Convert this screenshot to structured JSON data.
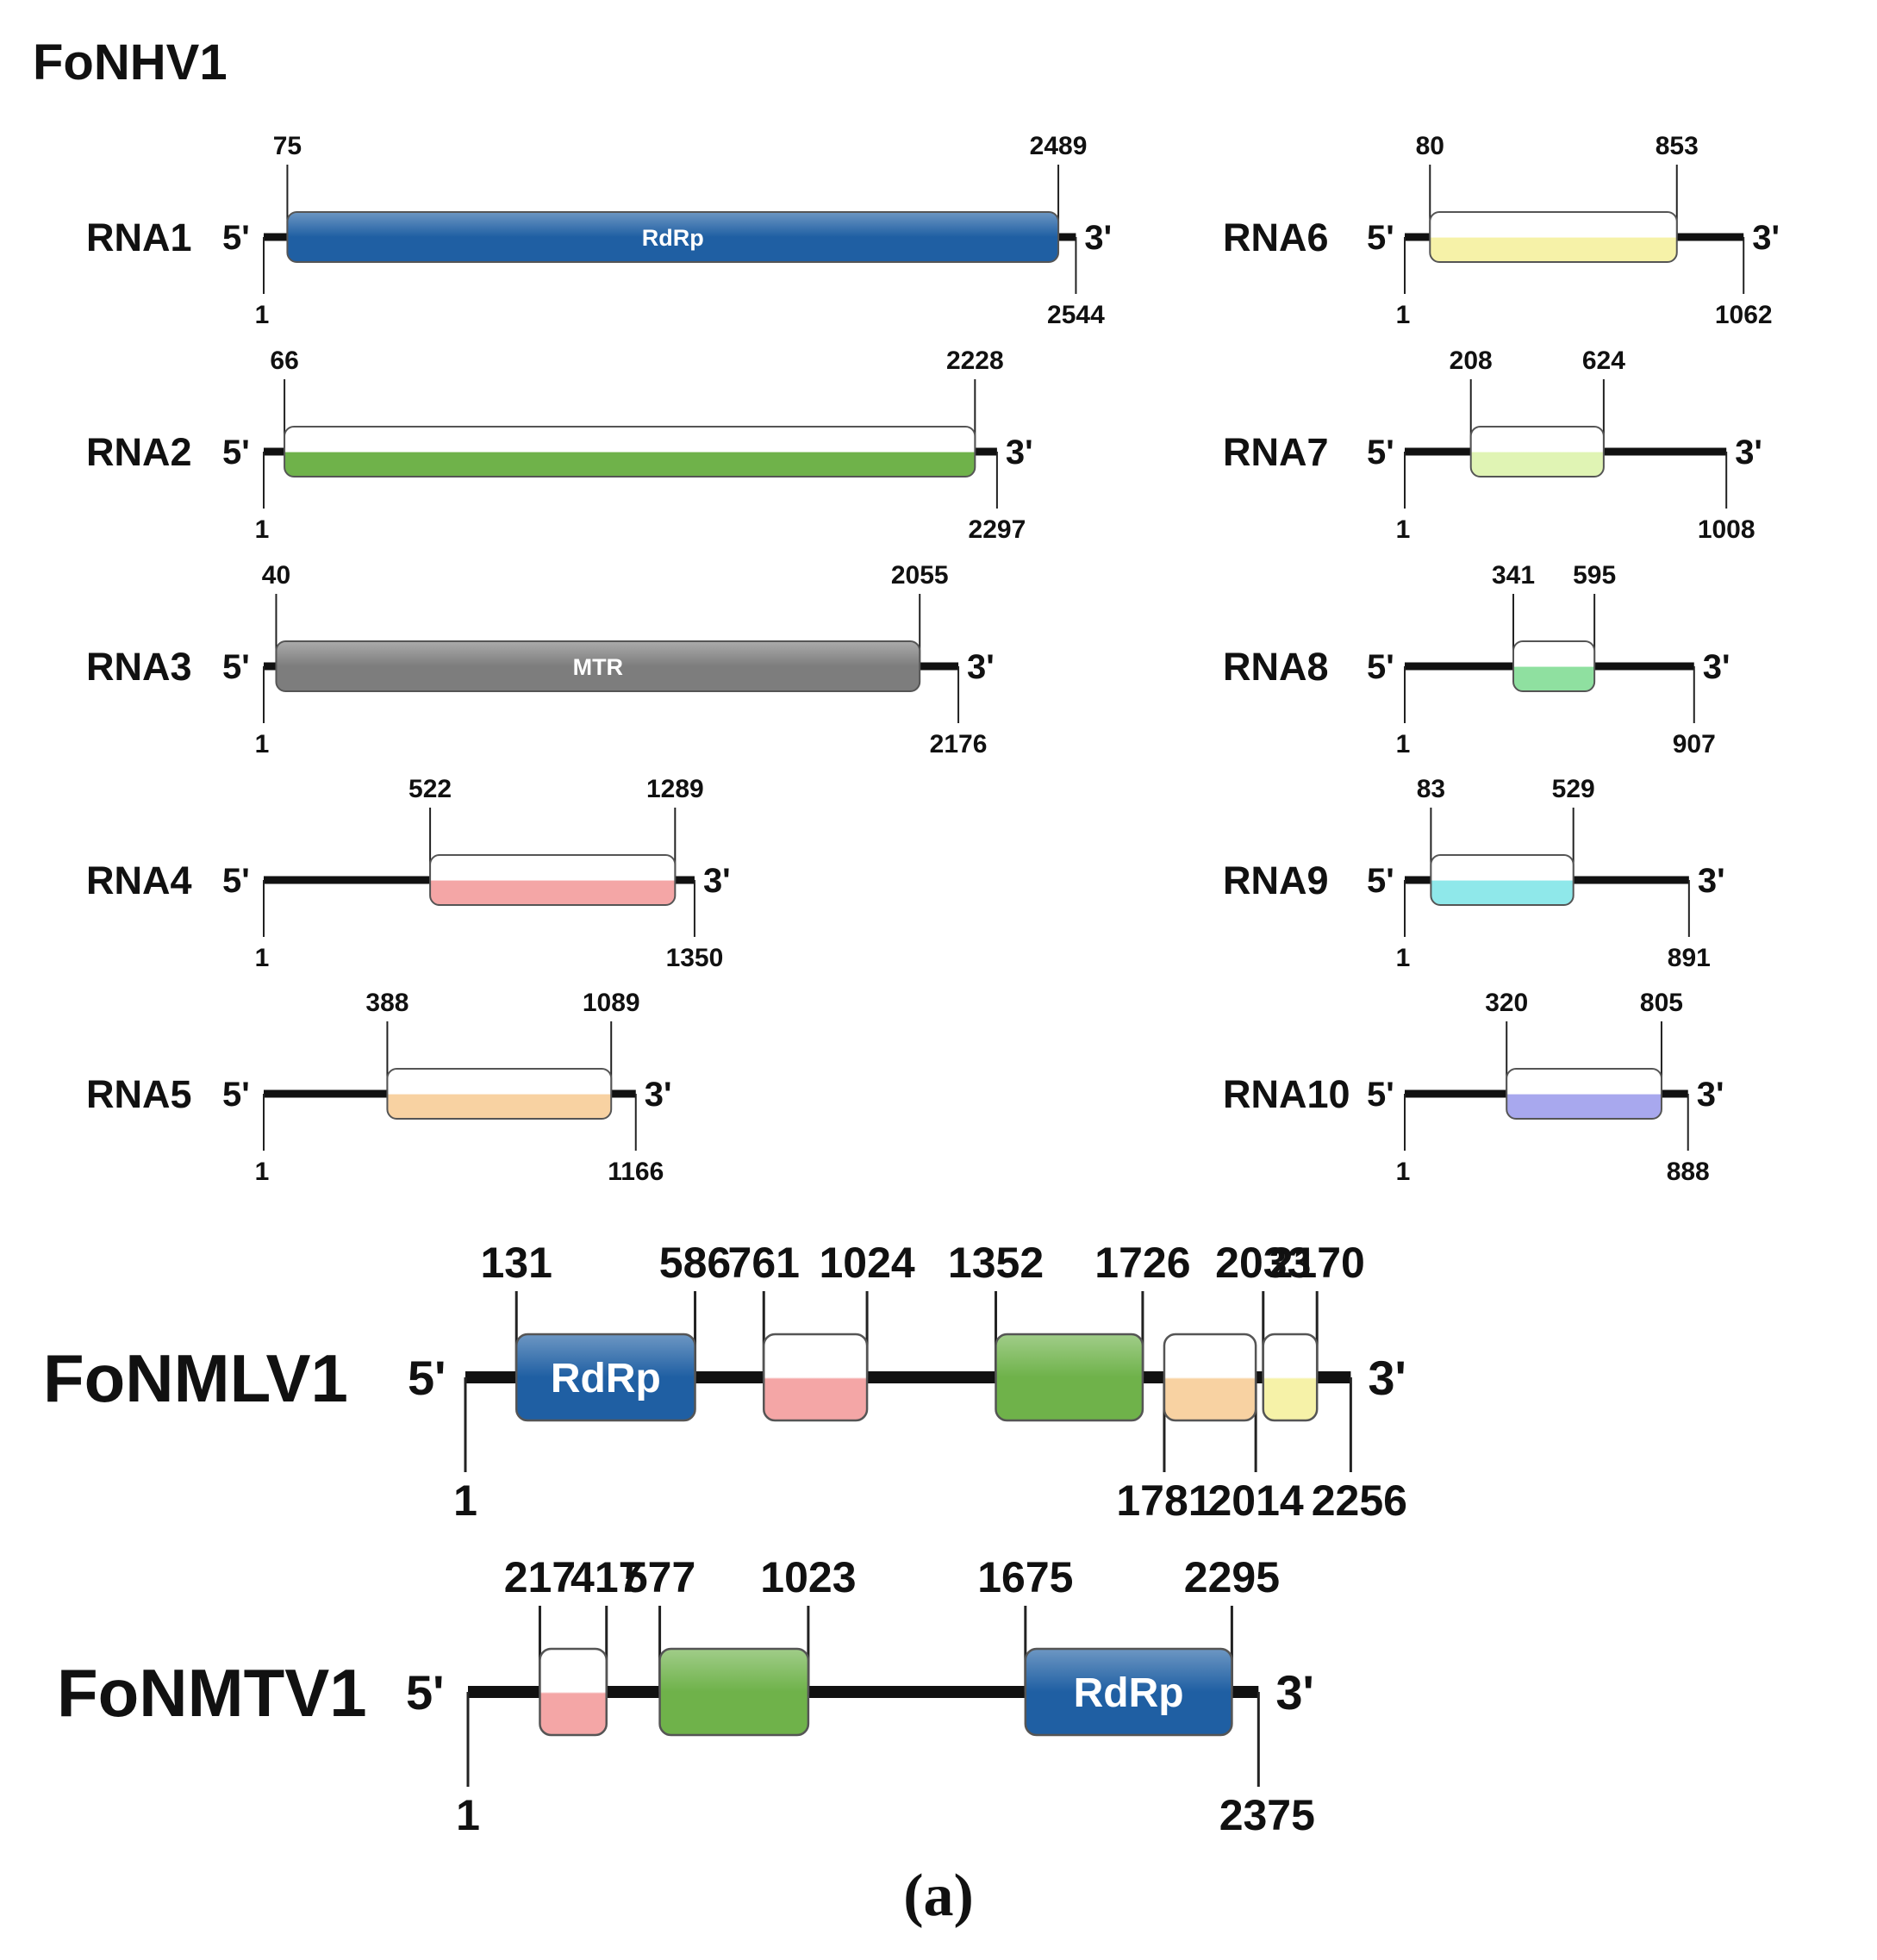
{
  "caption": "(a)",
  "fonhv1": {
    "title": "FoNHV1",
    "five_prime": "5'",
    "three_prime": "3'",
    "segments": [
      {
        "name": "RNA1",
        "length": 2544,
        "len_label": "2544",
        "orf_start": 75,
        "orf_end": 2489,
        "start_label": "75",
        "end_label": "2489",
        "one_label": "1",
        "domain": "RdRp",
        "color": "#1f5fa3"
      },
      {
        "name": "RNA2",
        "length": 2297,
        "len_label": "2297",
        "orf_start": 66,
        "orf_end": 2228,
        "start_label": "66",
        "end_label": "2228",
        "one_label": "1",
        "domain": "",
        "color": "#6fb24a"
      },
      {
        "name": "RNA3",
        "length": 2176,
        "len_label": "2176",
        "orf_start": 40,
        "orf_end": 2055,
        "start_label": "40",
        "end_label": "2055",
        "one_label": "1",
        "domain": "MTR",
        "color": "#7d7d7d"
      },
      {
        "name": "RNA4",
        "length": 1350,
        "len_label": "1350",
        "orf_start": 522,
        "orf_end": 1289,
        "start_label": "522",
        "end_label": "1289",
        "one_label": "1",
        "domain": "",
        "color": "#f4a6a6"
      },
      {
        "name": "RNA5",
        "length": 1166,
        "len_label": "1166",
        "orf_start": 388,
        "orf_end": 1089,
        "start_label": "388",
        "end_label": "1089",
        "one_label": "1",
        "domain": "",
        "color": "#f8d2a2"
      },
      {
        "name": "RNA6",
        "length": 1062,
        "len_label": "1062",
        "orf_start": 80,
        "orf_end": 853,
        "start_label": "80",
        "end_label": "853",
        "one_label": "1",
        "domain": "",
        "color": "#f6f2a8"
      },
      {
        "name": "RNA7",
        "length": 1008,
        "len_label": "1008",
        "orf_start": 208,
        "orf_end": 624,
        "start_label": "208",
        "end_label": "624",
        "one_label": "1",
        "domain": "",
        "color": "#e0f4b4"
      },
      {
        "name": "RNA8",
        "length": 907,
        "len_label": "907",
        "orf_start": 341,
        "orf_end": 595,
        "start_label": "341",
        "end_label": "595",
        "one_label": "1",
        "domain": "",
        "color": "#8fe0a0"
      },
      {
        "name": "RNA9",
        "length": 891,
        "len_label": "891",
        "orf_start": 83,
        "orf_end": 529,
        "start_label": "83",
        "end_label": "529",
        "one_label": "1",
        "domain": "",
        "color": "#8fe8ea"
      },
      {
        "name": "RNA10",
        "length": 888,
        "len_label": "888",
        "orf_start": 320,
        "orf_end": 805,
        "start_label": "320",
        "end_label": "805",
        "one_label": "1",
        "domain": "",
        "color": "#a8a8ee"
      }
    ]
  },
  "genomes": [
    {
      "name": "FoNMLV1",
      "five_prime": "5'",
      "three_prime": "3'",
      "length": 2256,
      "len_label": "2256",
      "one_label": "1",
      "orfs": [
        {
          "start": 131,
          "end": 586,
          "start_label": "131",
          "end_label": "586",
          "domain": "RdRp",
          "color": "#1f5fa3",
          "labels_below": false
        },
        {
          "start": 761,
          "end": 1024,
          "start_label": "761",
          "end_label": "1024",
          "domain": "",
          "color": "#f4a6a6",
          "labels_below": false
        },
        {
          "start": 1352,
          "end": 1726,
          "start_label": "1352",
          "end_label": "1726",
          "domain": "",
          "color": "#6fb24a",
          "labels_below": false
        },
        {
          "start": 1781,
          "end": 2014,
          "start_label": "1781",
          "end_label": "2014",
          "domain": "",
          "color": "#f8d2a2",
          "labels_below": true
        },
        {
          "start": 2033,
          "end": 2170,
          "start_label": "2033",
          "end_label": "2170",
          "domain": "",
          "color": "#f6f2a8",
          "labels_below": false
        }
      ]
    },
    {
      "name": "FoNMTV1",
      "five_prime": "5'",
      "three_prime": "3'",
      "length": 2375,
      "len_label": "2375",
      "one_label": "1",
      "orfs": [
        {
          "start": 217,
          "end": 417,
          "start_label": "217",
          "end_label": "417",
          "domain": "",
          "color": "#f4a6a6",
          "labels_below": false
        },
        {
          "start": 577,
          "end": 1023,
          "start_label": "577",
          "end_label": "1023",
          "domain": "",
          "color": "#6fb24a",
          "labels_below": false
        },
        {
          "start": 1675,
          "end": 2295,
          "start_label": "1675",
          "end_label": "2295",
          "domain": "RdRp",
          "color": "#1f5fa3",
          "labels_below": false
        }
      ]
    }
  ]
}
